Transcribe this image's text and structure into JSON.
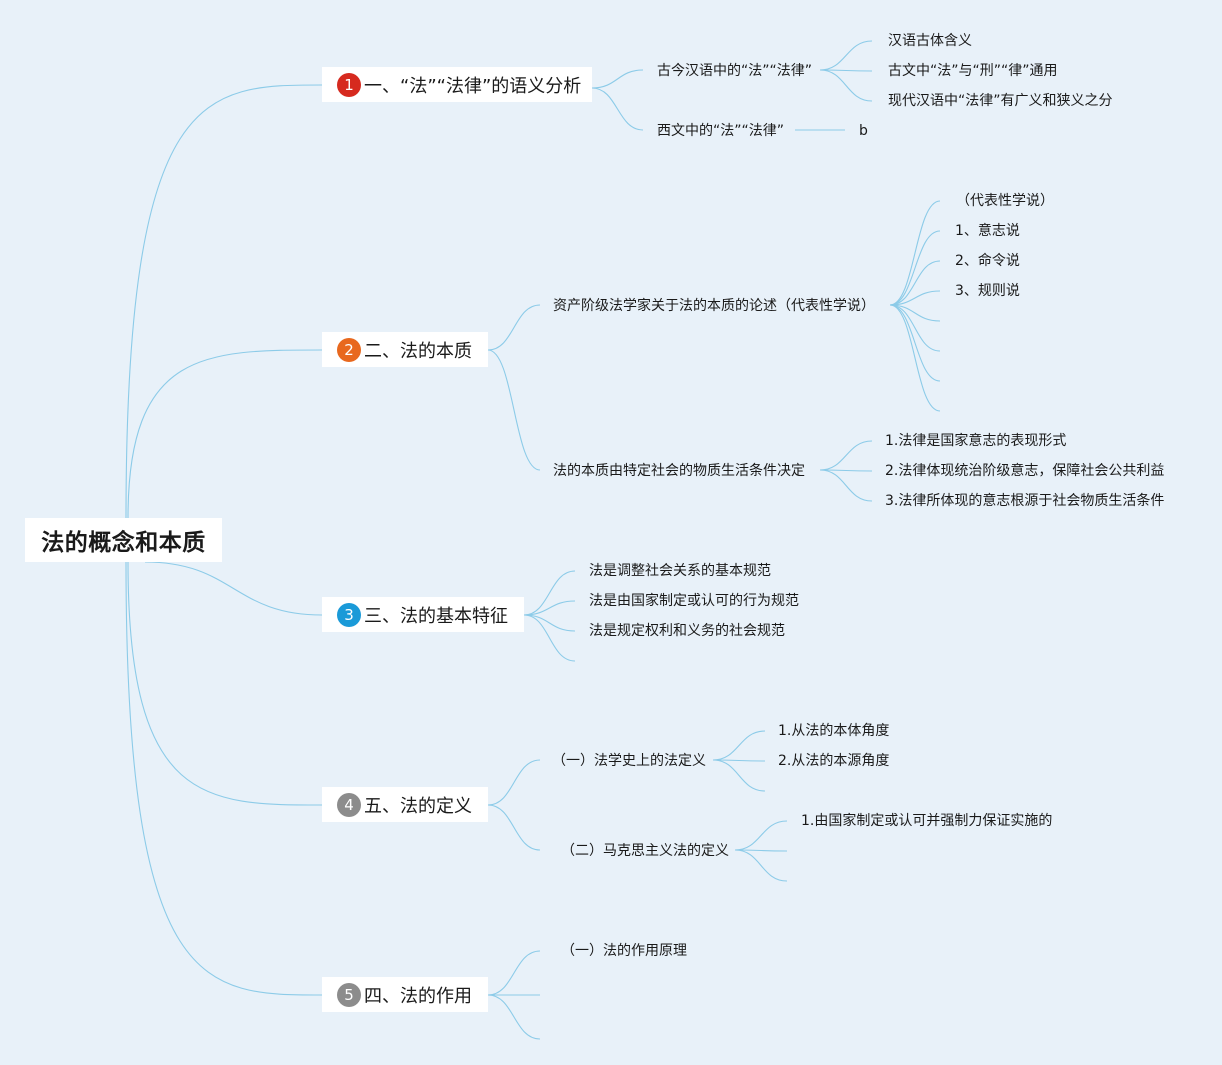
{
  "root": {
    "title": "法的概念和本质"
  },
  "colors": {
    "line": "#8ccbe8",
    "badge1": "#d62a1f",
    "badge2": "#e8681e",
    "badge3": "#1a9ad8",
    "badge4": "#8c8c8c",
    "badge5": "#8c8c8c"
  },
  "branches": [
    {
      "badge": "1",
      "label": "一、“法”“法律”的语义分析",
      "children": [
        {
          "label": "古今汉语中的“法”“法律”",
          "children": [
            "汉语古体含义",
            "古文中“法”与“刑”“律”通用",
            "现代汉语中“法律”有广义和狭义之分"
          ]
        },
        {
          "label": "西文中的“法”“法律”",
          "children": [
            "b"
          ]
        }
      ]
    },
    {
      "badge": "2",
      "label": "二、法的本质",
      "children": [
        {
          "label": "资产阶级法学家关于法的本质的论述（代表性学说）",
          "children": [
            "（代表性学说）",
            "1、意志说",
            "2、命令说",
            "3、规则说"
          ]
        },
        {
          "label": "法的本质由特定社会的物质生活条件决定",
          "children": [
            "1.法律是国家意志的表现形式",
            "2.法律体现统治阶级意志，保障社会公共利益",
            "3.法律所体现的意志根源于社会物质生活条件"
          ]
        }
      ]
    },
    {
      "badge": "3",
      "label": "三、法的基本特征",
      "children": [
        "法是调整社会关系的基本规范",
        "法是由国家制定或认可的行为规范",
        "法是规定权利和义务的社会规范"
      ]
    },
    {
      "badge": "4",
      "label": "五、法的定义",
      "children": [
        {
          "label": "（一）法学史上的法定义",
          "children": [
            "1.从法的本体角度",
            "2.从法的本源角度"
          ]
        },
        {
          "label": "（二）马克思主义法的定义",
          "children": [
            "1.由国家制定或认可并强制力保证实施的"
          ]
        }
      ]
    },
    {
      "badge": "5",
      "label": "四、法的作用",
      "children": [
        "（一）法的作用原理"
      ]
    }
  ]
}
